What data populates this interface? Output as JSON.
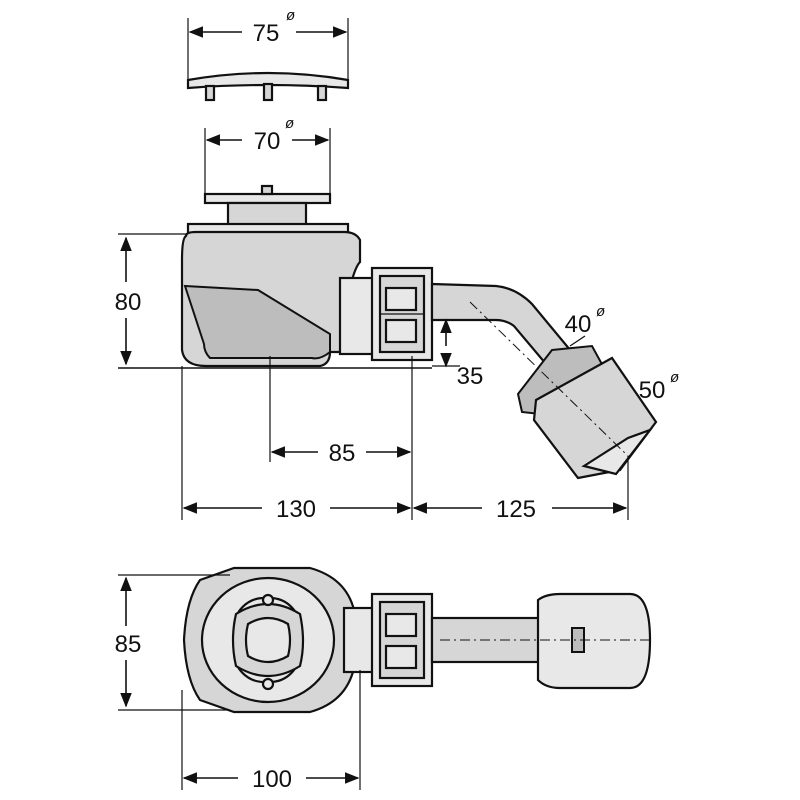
{
  "diameter_symbol": "ø",
  "side_view": {
    "cap_width": "75",
    "grate_width": "70",
    "height": "80",
    "outlet_offset": "35",
    "outlet_inner_diameter": "40",
    "outlet_outer_diameter": "50",
    "trap_center_to_nut": "85",
    "body_length": "130",
    "outlet_length": "125"
  },
  "top_view": {
    "width": "85",
    "length": "100"
  }
}
